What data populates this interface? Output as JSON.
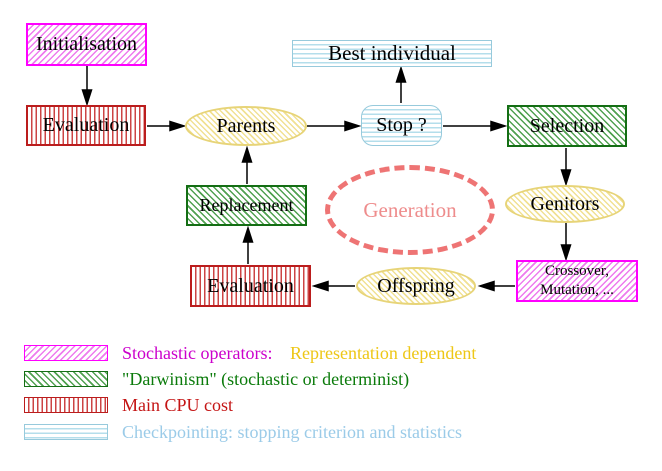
{
  "diagram": {
    "title": "evolutionary-algorithm-cycle",
    "nodes": {
      "initialisation": {
        "label": "Initialisation"
      },
      "evaluation_top": {
        "label": "Evaluation"
      },
      "parents": {
        "label": "Parents"
      },
      "best_individual": {
        "label": "Best individual"
      },
      "stop": {
        "label": "Stop ?"
      },
      "selection": {
        "label": "Selection"
      },
      "replacement": {
        "label": "Replacement"
      },
      "generation": {
        "label": "Generation"
      },
      "genitors": {
        "label": "Genitors"
      },
      "evaluation_bottom": {
        "label": "Evaluation"
      },
      "offspring": {
        "label": "Offspring"
      },
      "crossover": {
        "label_line1": "Crossover,",
        "label_line2": "Mutation, ..."
      }
    }
  },
  "legend": {
    "rows": [
      {
        "swatch": "magenta-hatch",
        "parts": [
          {
            "text": "Stochastic operators:",
            "color": "#cc00cc"
          },
          {
            "text": "Representation dependent",
            "color": "#eec716"
          }
        ]
      },
      {
        "swatch": "green-hatch",
        "parts": [
          {
            "text": "\"Darwinism\" (stochastic or determinist)",
            "color": "#0b7b0b"
          }
        ]
      },
      {
        "swatch": "red-stripes",
        "parts": [
          {
            "text": "Main CPU cost",
            "color": "#c41414"
          }
        ]
      },
      {
        "swatch": "cyan-stripes",
        "parts": [
          {
            "text": "Checkpointing: stopping criterion and statistics",
            "color": "#9bcbe8"
          }
        ]
      }
    ]
  },
  "colors": {
    "magenta_border": "#ff00ff",
    "magenta_hatch": "#ee7bee",
    "red_border": "#bb1d1d",
    "red_stripe": "#cc4444",
    "green_border": "#146e14",
    "green_hatch": "#51a151",
    "yellow_border": "#e7d478",
    "yellow_hatch": "#f1e193",
    "cyan_border": "#97cadc",
    "cyan_stripe": "#b4deeb",
    "generation_dash": "#ee7474",
    "generation_text": "#ee8c8c",
    "arrow": "#000000"
  }
}
